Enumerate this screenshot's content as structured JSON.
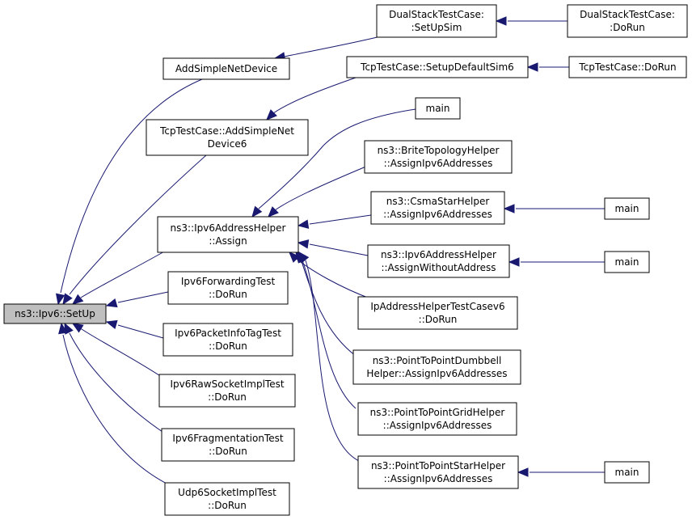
{
  "diagram": {
    "nodes": [
      {
        "id": "root",
        "lines": [
          "ns3::Ipv6::SetUp"
        ]
      },
      {
        "id": "addsimple",
        "lines": [
          "AddSimpleNetDevice"
        ]
      },
      {
        "id": "tcpadd",
        "lines": [
          "TcpTestCase::AddSimpleNet",
          "Device6"
        ]
      },
      {
        "id": "assign",
        "lines": [
          "ns3::Ipv6AddressHelper",
          "::Assign"
        ]
      },
      {
        "id": "fwd",
        "lines": [
          "Ipv6ForwardingTest",
          "::DoRun"
        ]
      },
      {
        "id": "pkt",
        "lines": [
          "Ipv6PacketInfoTagTest",
          "::DoRun"
        ]
      },
      {
        "id": "raw",
        "lines": [
          "Ipv6RawSocketImplTest",
          "::DoRun"
        ]
      },
      {
        "id": "frag",
        "lines": [
          "Ipv6FragmentationTest",
          "::DoRun"
        ]
      },
      {
        "id": "udp",
        "lines": [
          "Udp6SocketImplTest",
          "::DoRun"
        ]
      },
      {
        "id": "dualsetup",
        "lines": [
          "DualStackTestCase:",
          ":SetUpSim"
        ]
      },
      {
        "id": "dualrun",
        "lines": [
          "DualStackTestCase:",
          ":DoRun"
        ]
      },
      {
        "id": "tcpsetup",
        "lines": [
          "TcpTestCase::SetupDefaultSim6"
        ]
      },
      {
        "id": "tcprun",
        "lines": [
          "TcpTestCase::DoRun"
        ]
      },
      {
        "id": "main0",
        "lines": [
          "main"
        ]
      },
      {
        "id": "brite",
        "lines": [
          "ns3::BriteTopologyHelper",
          "::AssignIpv6Addresses"
        ]
      },
      {
        "id": "csma",
        "lines": [
          "ns3::CsmaStarHelper",
          "::AssignIpv6Addresses"
        ]
      },
      {
        "id": "main1",
        "lines": [
          "main"
        ]
      },
      {
        "id": "without",
        "lines": [
          "ns3::Ipv6AddressHelper",
          "::AssignWithoutAddress"
        ]
      },
      {
        "id": "main2",
        "lines": [
          "main"
        ]
      },
      {
        "id": "iptest",
        "lines": [
          "IpAddressHelperTestCasev6",
          "::DoRun"
        ]
      },
      {
        "id": "dumbbell",
        "lines": [
          "ns3::PointToPointDumbbell",
          "Helper::AssignIpv6Addresses"
        ]
      },
      {
        "id": "grid",
        "lines": [
          "ns3::PointToPointGridHelper",
          "::AssignIpv6Addresses"
        ]
      },
      {
        "id": "star",
        "lines": [
          "ns3::PointToPointStarHelper",
          "::AssignIpv6Addresses"
        ]
      },
      {
        "id": "main3",
        "lines": [
          "main"
        ]
      }
    ],
    "edges": [
      {
        "from": "addsimple",
        "to": "root"
      },
      {
        "from": "tcpadd",
        "to": "root"
      },
      {
        "from": "assign",
        "to": "root"
      },
      {
        "from": "fwd",
        "to": "root"
      },
      {
        "from": "pkt",
        "to": "root"
      },
      {
        "from": "raw",
        "to": "root"
      },
      {
        "from": "frag",
        "to": "root"
      },
      {
        "from": "udp",
        "to": "root"
      },
      {
        "from": "dualsetup",
        "to": "addsimple"
      },
      {
        "from": "dualrun",
        "to": "dualsetup"
      },
      {
        "from": "tcpsetup",
        "to": "tcpadd"
      },
      {
        "from": "tcprun",
        "to": "tcpsetup"
      },
      {
        "from": "main0",
        "to": "assign"
      },
      {
        "from": "brite",
        "to": "assign"
      },
      {
        "from": "csma",
        "to": "assign"
      },
      {
        "from": "main1",
        "to": "csma"
      },
      {
        "from": "without",
        "to": "assign"
      },
      {
        "from": "main2",
        "to": "without"
      },
      {
        "from": "iptest",
        "to": "assign"
      },
      {
        "from": "dumbbell",
        "to": "assign"
      },
      {
        "from": "grid",
        "to": "assign"
      },
      {
        "from": "star",
        "to": "assign"
      },
      {
        "from": "main3",
        "to": "star"
      }
    ],
    "colors": {
      "edge": "#191970",
      "root_fill": "#bfbfbf",
      "node_fill": "#ffffff",
      "border": "#000000"
    }
  }
}
